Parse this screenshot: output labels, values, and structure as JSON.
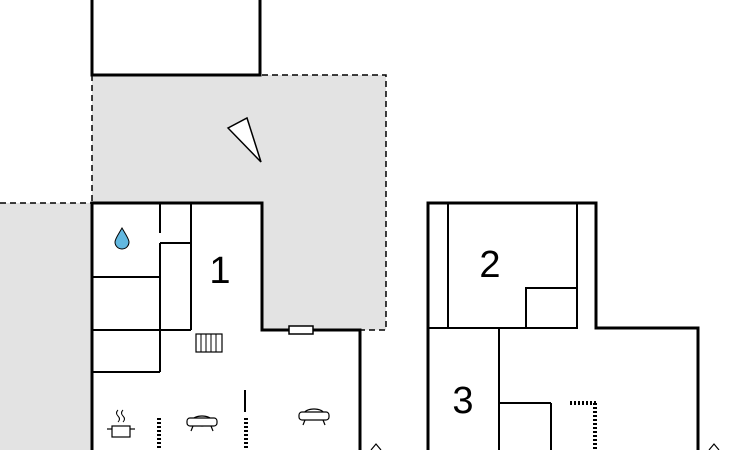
{
  "floor_plan": {
    "colors": {
      "wall": "#000000",
      "terrace": "#e3e3e3",
      "terrace_outline": "#000000",
      "water": "#62b8e0",
      "background": "#ffffff"
    },
    "rooms": [
      {
        "number": "1"
      },
      {
        "number": "2"
      },
      {
        "number": "3"
      }
    ],
    "symbols": [
      "north-arrow",
      "water-drop-icon",
      "radiator",
      "armchair",
      "cooking-pot-icon",
      "window-marker"
    ]
  }
}
